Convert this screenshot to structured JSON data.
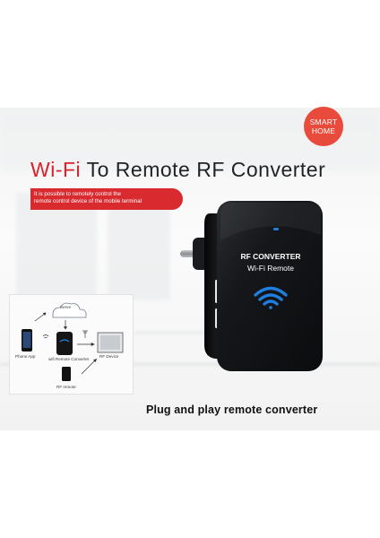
{
  "badge": {
    "line1": "SMART",
    "line2": "HOME"
  },
  "title": {
    "part1": "Wi-Fi",
    "part2": " To Remote RF Converter"
  },
  "subtitle": {
    "line1": "It is possible to remotely control the",
    "line2": "remote control device of the mobile terminal"
  },
  "device": {
    "label1": "RF CONVERTER",
    "label2": "Wi-Fi  Remote"
  },
  "diagram": {
    "server": "Serve",
    "phone_app": "Phone App",
    "converter": "wifi Remote Converter",
    "rf_device": "RF Device",
    "rf_remote": "RF remote"
  },
  "caption": "Plug and play remote converter",
  "colors": {
    "accent_red": "#d8222a",
    "badge_red": "#e84a3b",
    "device_black": "#121416",
    "wifi_blue": "#1f7fe0"
  }
}
